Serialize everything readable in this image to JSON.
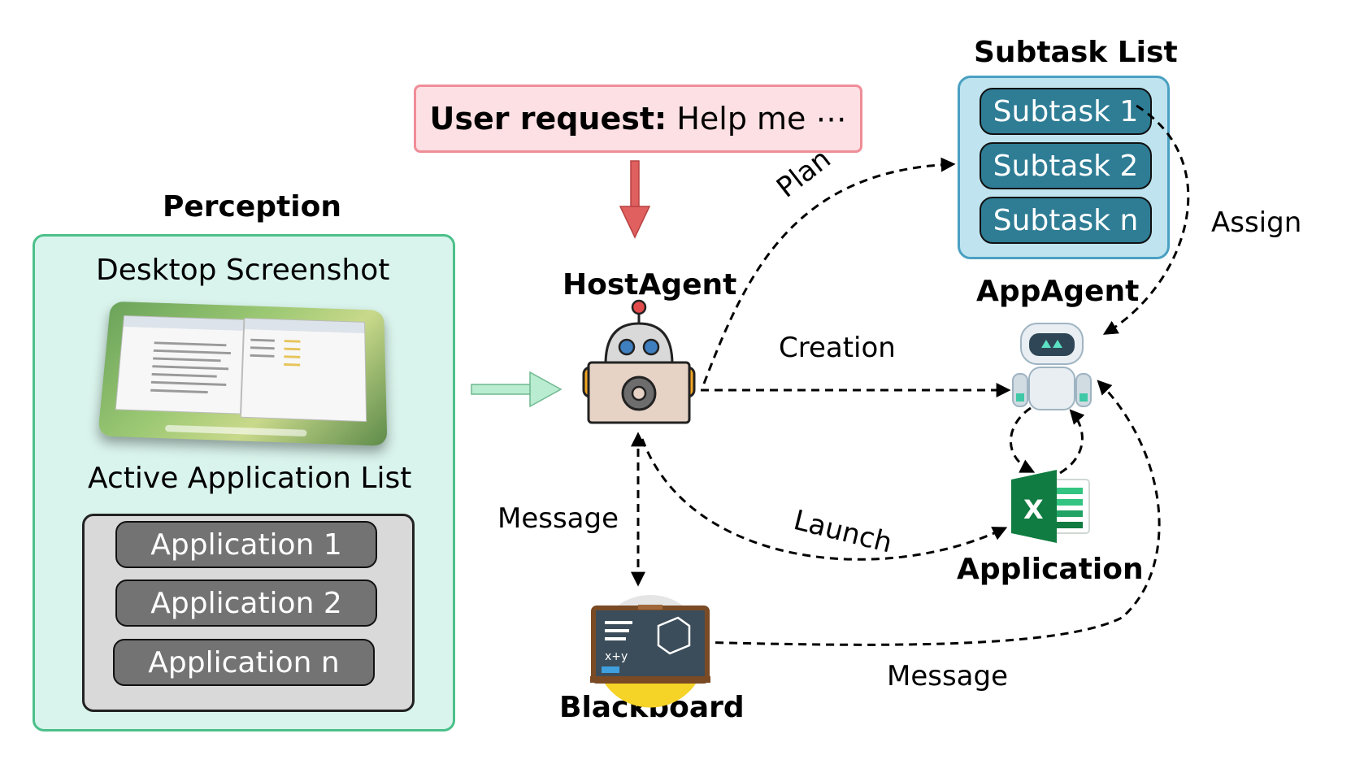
{
  "user_request": {
    "label": "User request:",
    "text": "Help me ⋯"
  },
  "subtask_list": {
    "title": "Subtask List",
    "items": [
      "Subtask 1",
      "Subtask 2",
      "Subtask n"
    ]
  },
  "perception": {
    "title": "Perception",
    "screenshot_label": "Desktop Screenshot",
    "app_list_label": "Active Application List",
    "applications": [
      "Application 1",
      "Application 2",
      "Application n"
    ]
  },
  "nodes": {
    "host_agent": "HostAgent",
    "app_agent": "AppAgent",
    "application": "Application",
    "blackboard": "Blackboard"
  },
  "edges": {
    "plan": "Plan",
    "assign": "Assign",
    "creation": "Creation",
    "launch": "Launch",
    "message_host": "Message",
    "message_app": "Message"
  },
  "colors": {
    "perception_fill": "#d9f4ec",
    "perception_border": "#4cc08a",
    "request_fill": "#fde0e3",
    "request_border": "#ef8d98",
    "subtask_fill": "#bfe4ef",
    "subtask_pill": "#2e7d95",
    "app_pill": "#737373",
    "down_arrow": "#e06060",
    "input_arrow": "#b9ecd0"
  },
  "icons": [
    "robot-host-icon",
    "robot-app-icon",
    "excel-icon",
    "blackboard-icon"
  ]
}
